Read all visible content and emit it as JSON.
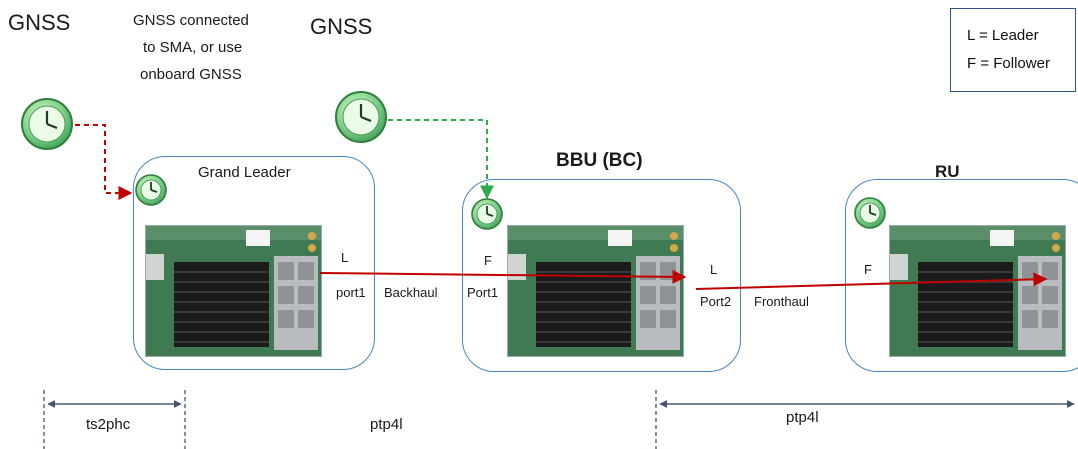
{
  "gnss_left": "GNSS",
  "gnss_center": "GNSS",
  "gnss_note": [
    "GNSS connected",
    "to SMA, or use",
    "onboard  GNSS"
  ],
  "legend": {
    "leader": "L = Leader",
    "follower": "F = Follower"
  },
  "nodes": {
    "grand_leader": {
      "title": "Grand Leader",
      "role": "L",
      "port": "port1"
    },
    "bbu": {
      "title": "BBU (BC)",
      "role_left": "F",
      "port_left": "Port1",
      "role_right": "L",
      "port_right": "Port2"
    },
    "ru": {
      "title": "RU",
      "role": "F"
    }
  },
  "links": {
    "backhaul": "Backhaul",
    "fronthaul": "Fronthaul"
  },
  "spans": {
    "ts2phc": "ts2phc",
    "ptp4l_middle": "ptp4l",
    "ptp4l_right": "ptp4l"
  },
  "colors": {
    "box_border": "#4a86c5",
    "backhaul_arrow": "#c00000",
    "gnss_left_line": "#c00000",
    "gnss_center_line": "#2eaa4a",
    "span_line": "#44546a"
  }
}
